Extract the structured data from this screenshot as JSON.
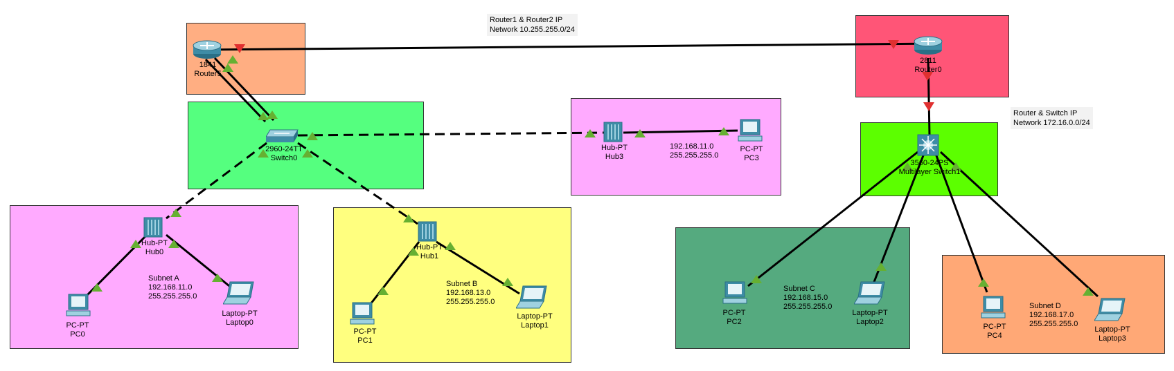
{
  "notes": {
    "router_link": [
      "Router1 & Router2 IP",
      "Network 10.255.255.0/24"
    ],
    "router_switch": [
      "Router & Switch IP",
      "Network 172.16.0.0/24"
    ]
  },
  "devices": {
    "router5": {
      "model": "1841",
      "name": "Router5"
    },
    "router0": {
      "model": "2811",
      "name": "Router0"
    },
    "switch0": {
      "model": "2960-24TT",
      "name": "Switch0"
    },
    "mlswitch1": {
      "model": "3560-24PS",
      "name": "Multilayer Switch1"
    },
    "hub0": {
      "model": "Hub-PT",
      "name": "Hub0"
    },
    "hub1": {
      "model": "Hub-PT",
      "name": "Hub1"
    },
    "hub3": {
      "model": "Hub-PT",
      "name": "Hub3"
    },
    "pc0": {
      "model": "PC-PT",
      "name": "PC0"
    },
    "pc1": {
      "model": "PC-PT",
      "name": "PC1"
    },
    "pc2": {
      "model": "PC-PT",
      "name": "PC2"
    },
    "pc3": {
      "model": "PC-PT",
      "name": "PC3"
    },
    "pc4": {
      "model": "PC-PT",
      "name": "PC4"
    },
    "laptop0": {
      "model": "Laptop-PT",
      "name": "Laptop0"
    },
    "laptop1": {
      "model": "Laptop-PT",
      "name": "Laptop1"
    },
    "laptop2": {
      "model": "Laptop-PT",
      "name": "Laptop2"
    },
    "laptop3": {
      "model": "Laptop-PT",
      "name": "Laptop3"
    }
  },
  "subnets": {
    "a": {
      "name": "Subnet A",
      "network": "192.168.11.0",
      "mask": "255.255.255.0"
    },
    "b": {
      "name": "Subnet B",
      "network": "192.168.13.0",
      "mask": "255.255.255.0"
    },
    "c": {
      "name": "Subnet C",
      "network": "192.168.15.0",
      "mask": "255.255.255.0"
    },
    "d": {
      "name": "Subnet D",
      "network": "192.168.17.0",
      "mask": "255.255.255.0"
    },
    "hub3_net": {
      "network": "192.168.11.0",
      "mask": "255.255.255.0"
    }
  },
  "colors": {
    "orange_area": "#ffae82",
    "red_area": "#ff5577",
    "green_area": "#55ff7f",
    "pink_area": "#ffaaff",
    "yellow_area": "#ffff7f",
    "lime_area": "#5cff00",
    "darkgreen_area": "#55aa7f",
    "link": "#000000",
    "link_up": "#66b032",
    "link_down": "#e03030"
  }
}
